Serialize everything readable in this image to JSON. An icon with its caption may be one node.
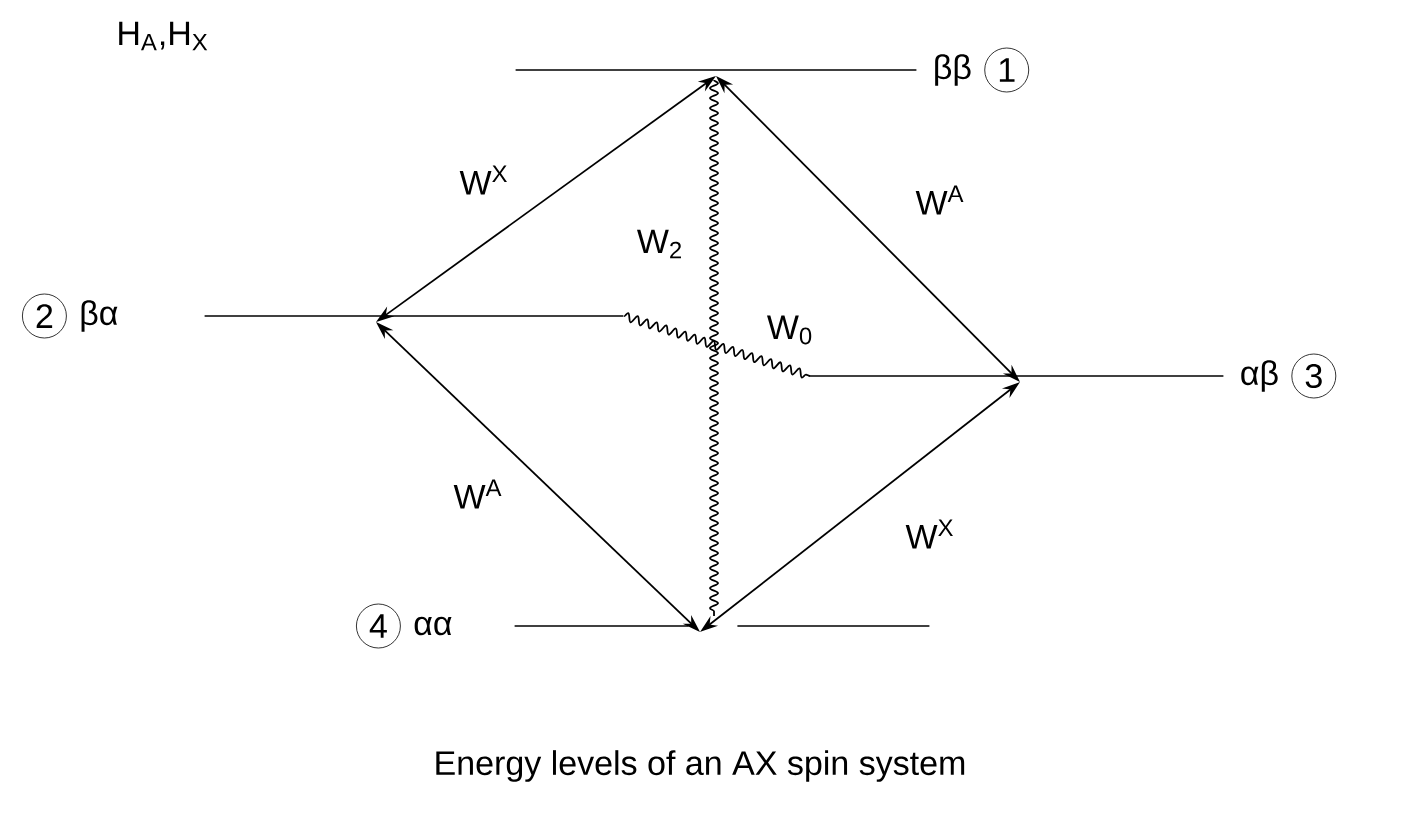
{
  "diagram": {
    "caption": "Energy levels of an AX spin system",
    "nodes": [
      {
        "text": [
          "ββ",
          "1"
        ]
      },
      {
        "text": [
          "2",
          "βα"
        ]
      },
      {
        "text": [
          "αβ",
          "3"
        ]
      },
      {
        "text": [
          "4",
          "αα"
        ]
      }
    ],
    "edges": [
      {
        "from": 0,
        "to": 1,
        "arrow": "both",
        "label": "W$^{X}$"
      },
      {
        "from": 0,
        "to": 2,
        "arrow": "both",
        "label": "W$^{A}$"
      },
      {
        "from": 1,
        "to": 3,
        "arrow": "both",
        "label": "W$^{A}$"
      },
      {
        "from": 2,
        "to": 3,
        "arrow": "both",
        "label": "W$^{X}$"
      },
      {
        "from": 0,
        "to": 3,
        "arrow": "none",
        "label": "W$_{2}$"
      },
      {
        "from": 1,
        "to": 2,
        "arrow": "none",
        "label": "W$_{0}$"
      }
    ],
    "labels": [
      "H$_{A}$,H$_{X}$"
    ]
  }
}
